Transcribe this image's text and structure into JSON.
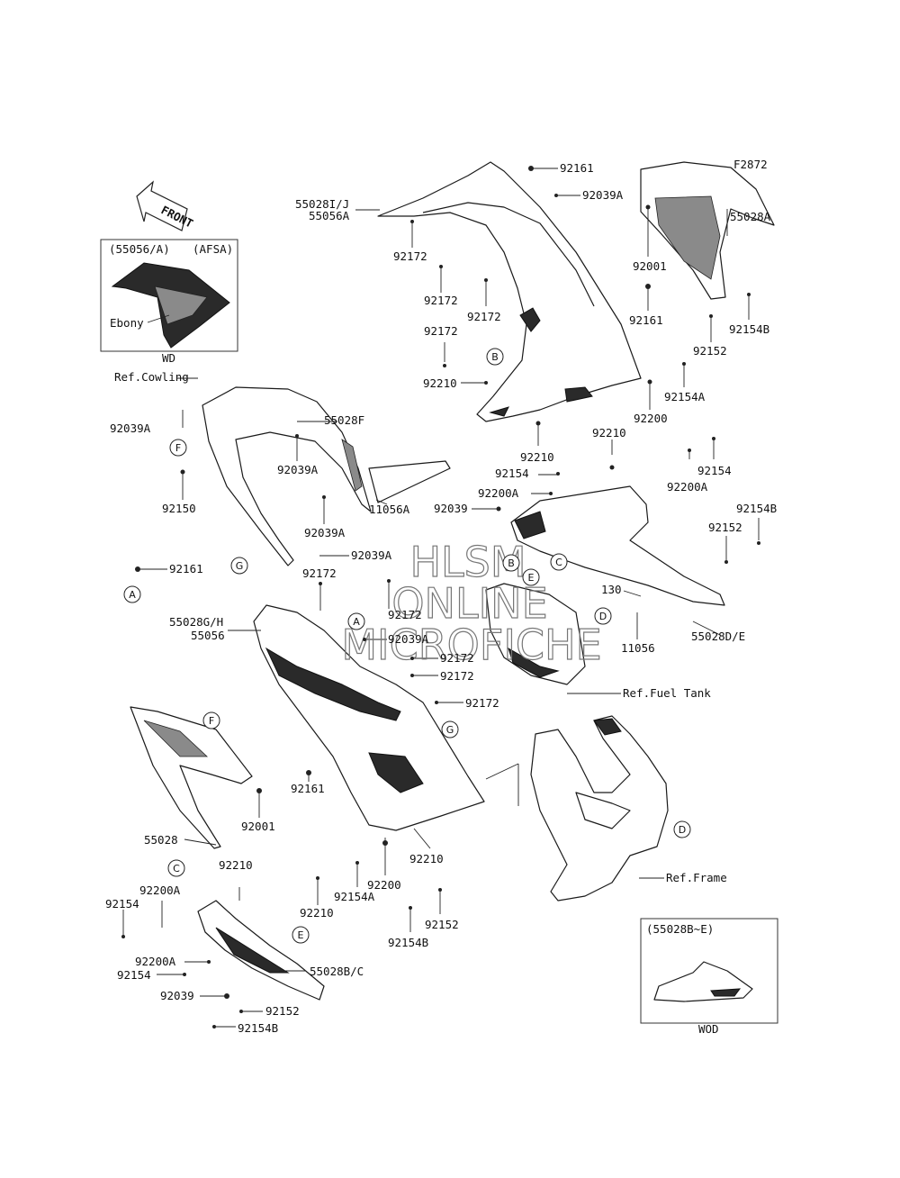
{
  "figure_code": "F2872",
  "front_label": "FRONT",
  "inset_top": {
    "title_left": "(55056/A)",
    "title_right": "(AFSA)",
    "color_label": "Ebony",
    "code": "WD"
  },
  "inset_bottom": {
    "title": "(55028B~E)",
    "code": "WOD"
  },
  "watermark": {
    "line1": "HLSM",
    "line2": "ONLINE",
    "line3": "MICROFICHE"
  },
  "callouts": {
    "A": "A",
    "B": "B",
    "C": "C",
    "D": "D",
    "E": "E",
    "F": "F",
    "G": "G"
  },
  "labels": {
    "p92161_top": "92161",
    "p92039A_top": "92039A",
    "p55028IJ": "55028I/J",
    "p55056A": "55056A",
    "p92172_a": "92172",
    "p92172_b": "92172",
    "p92172_c": "92172",
    "p92172_d": "92172",
    "p92001_r": "92001",
    "p92161_r": "92161",
    "p92210_a": "92210",
    "p92154B_r": "92154B",
    "p92152_r": "92152",
    "p92154A_r": "92154A",
    "p92200_r": "92200",
    "p92210_b": "92210",
    "p92210_c": "92210",
    "p55028A": "55028A",
    "ref_cowling": "Ref.Cowling",
    "p92039A_l1": "92039A",
    "p55028F": "55028F",
    "p92039A_l2": "92039A",
    "p92150": "92150",
    "p92039A_l3": "92039A",
    "p11056A": "11056A",
    "p92039A_l4": "92039A",
    "p92161_l": "92161",
    "p92154_m": "92154",
    "p92200A_m": "92200A",
    "p92039_m": "92039",
    "p92154_r2": "92154",
    "p92200A_r2": "92200A",
    "p92154B_r2": "92154B",
    "p92152_r2": "92152",
    "p130": "130",
    "p11056": "11056",
    "p55028DE": "55028D/E",
    "p92172_e": "92172",
    "p55028GH": "55028G/H",
    "p55056": "55056",
    "p92172_f": "92172",
    "p92039A_m": "92039A",
    "p92172_g": "92172",
    "p92172_h": "92172",
    "p92172_i": "92172",
    "ref_fuel_tank": "Ref.Fuel Tank",
    "p92001_l": "92001",
    "p92161_m": "92161",
    "p55028": "55028",
    "p92210_d": "92210",
    "p92200_b": "92200",
    "p92210_e": "92210",
    "p92154A_b": "92154A",
    "p92210_f": "92210",
    "p92154_b": "92154",
    "p92200A_b": "92200A",
    "p92152_b": "92152",
    "p92154B_b": "92154B",
    "p92200A_b2": "92200A",
    "p92154_b2": "92154",
    "p55028BC": "55028B/C",
    "p92039_b": "92039",
    "p92152_b2": "92152",
    "p92154B_b2": "92154B",
    "ref_frame": "Ref.Frame"
  }
}
